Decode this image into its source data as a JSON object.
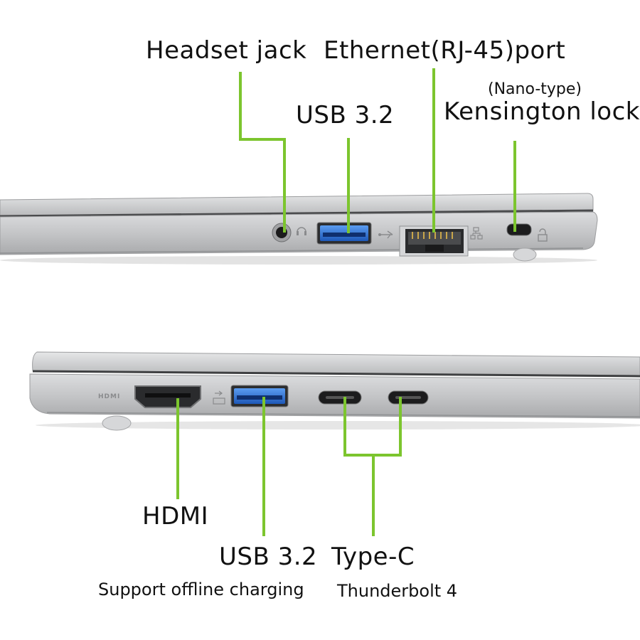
{
  "top_side": {
    "labels": {
      "headset_jack": "Headset jack",
      "ethernet_port": "Ethernet(RJ-45)port",
      "usb": "USB 3.2",
      "kensington_note": "(Nano-type)",
      "kensington_lock": "Kensington lock"
    }
  },
  "bottom_side": {
    "labels": {
      "hdmi": "HDMI",
      "usb": "USB 3.2",
      "usb_note": "Support offline charging",
      "type_c": "Type-C",
      "type_c_note": "Thunderbolt 4"
    },
    "port_imprint": "HDMI"
  },
  "colors": {
    "leader_line": "#7cc52e",
    "usb_port": "#2d6fd6",
    "chassis": "#c9cacb",
    "chassis_dark": "#8f9193"
  },
  "icons": [
    "headset-icon",
    "usb-icon",
    "network-icon",
    "lock-icon",
    "usb-charge-icon"
  ]
}
